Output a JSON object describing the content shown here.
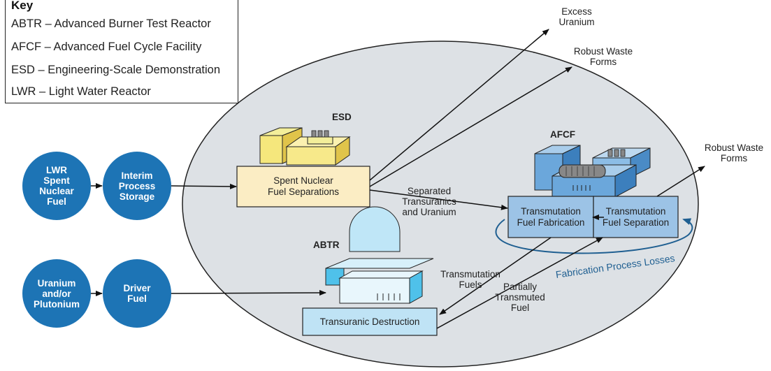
{
  "key": {
    "title": "Key",
    "items": [
      "ABTR – Advanced Burner Test Reactor",
      "AFCF – Advanced Fuel Cycle Facility",
      "ESD – Engineering-Scale Demonstration",
      "LWR – Light Water Reactor"
    ]
  },
  "circles": {
    "lwr": "LWR\nSpent\nNuclear\nFuel",
    "interim": "Interim\nProcess\nStorage",
    "uranium": "Uranium\nand/or\nPlutonium",
    "driver": "Driver\nFuel"
  },
  "facilities": {
    "esd": "ESD",
    "afcf": "AFCF",
    "abtr": "ABTR"
  },
  "process_boxes": {
    "separations": "Spent Nuclear\nFuel Separations",
    "fabrication": "Transmutation\nFuel Fabrication",
    "separation": "Transmutation\nFuel Separation",
    "destruction": "Transuranic Destruction"
  },
  "flow_labels": {
    "excess_uranium": "Excess\nUranium",
    "robust_waste_1": "Robust Waste\nForms",
    "robust_waste_2": "Robust Waste\nForms",
    "separated": "Separated\nTransuranics\nand Uranium",
    "transmutation_fuels": "Transmutation\nFuels",
    "partially_transmuted": "Partially\nTransmuted\nFuel",
    "losses": "Fabrication Process Losses"
  },
  "colors": {
    "circle_fill": "#1d74b5",
    "ellipse_fill": "#dde1e5",
    "esd_box_fill": "#fbedc4",
    "afcf_box_fill": "#9cc3e6",
    "abtr_box_fill": "#bfe3f5",
    "loss_color": "#1f5f91"
  }
}
